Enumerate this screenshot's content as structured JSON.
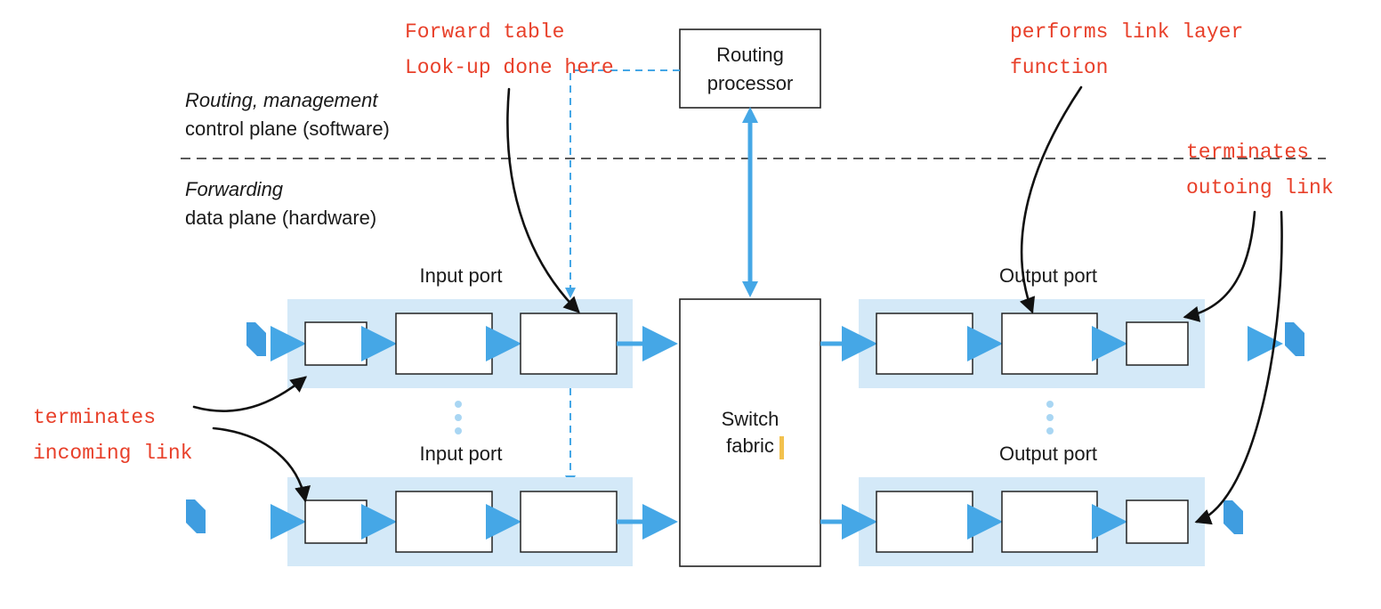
{
  "plane_labels": {
    "control_title": "Routing, management",
    "control_sub": "control plane (software)",
    "data_title": "Forwarding",
    "data_sub": "data plane (hardware)"
  },
  "routing_processor": {
    "line1": "Routing",
    "line2": "processor"
  },
  "switch_fabric": {
    "line1": "Switch",
    "line2": "fabric"
  },
  "ports": {
    "input_top": "Input port",
    "input_bottom": "Input port",
    "output_top": "Output port",
    "output_bottom": "Output port"
  },
  "annotations": {
    "forward_table_1": "Forward table",
    "forward_table_2": "Look-up done here",
    "link_layer_1": "performs link layer",
    "link_layer_2": "function",
    "outgoing_1": "terminates",
    "outgoing_2": "outoing link",
    "incoming_1": "terminates",
    "incoming_2": "incoming link"
  },
  "colors": {
    "port_fill": "#d4e9f8",
    "flow_blue": "#45a7e6",
    "annotation_red": "#e8402a",
    "cursor_yellow": "#f2c14e"
  }
}
